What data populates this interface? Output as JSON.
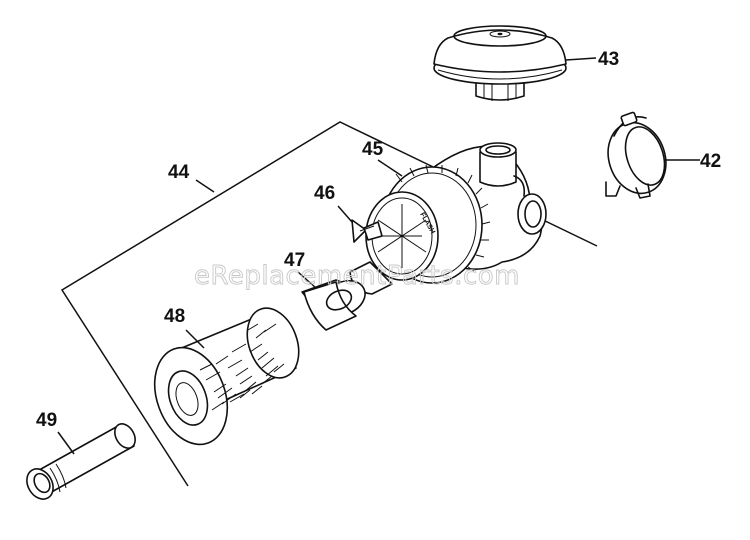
{
  "watermark": "eReplacementParts.com",
  "callouts": {
    "p42": "42",
    "p43": "43",
    "p44": "44",
    "p45": "45",
    "p46": "46",
    "p47": "47",
    "p48": "48",
    "p49": "49"
  },
  "housing_label": "FLASH"
}
